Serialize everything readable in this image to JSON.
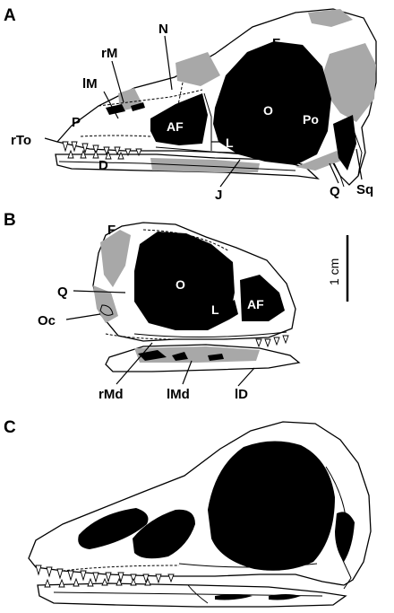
{
  "panels": [
    {
      "letter": "A",
      "labels": {
        "N": "N",
        "rM": "rM",
        "lM": "lM",
        "F": "F",
        "P": "P",
        "rTo": "rTo",
        "AF": "AF",
        "O": "O",
        "Po": "Po",
        "L": "L",
        "D": "D",
        "J": "J",
        "Q": "Q",
        "Sq": "Sq"
      }
    },
    {
      "letter": "B",
      "labels": {
        "F": "F",
        "O": "O",
        "Q": "Q",
        "L": "L",
        "AF": "AF",
        "Oc": "Oc",
        "rMd": "rMd",
        "lMd": "lMd",
        "lD": "lD"
      }
    },
    {
      "letter": "C",
      "labels": {}
    }
  ],
  "scale_bar": {
    "label": "1 cm"
  },
  "colors": {
    "outline": "#000000",
    "bone": "#ffffff",
    "shading": "#a8a8a8",
    "opening": "#000000"
  }
}
